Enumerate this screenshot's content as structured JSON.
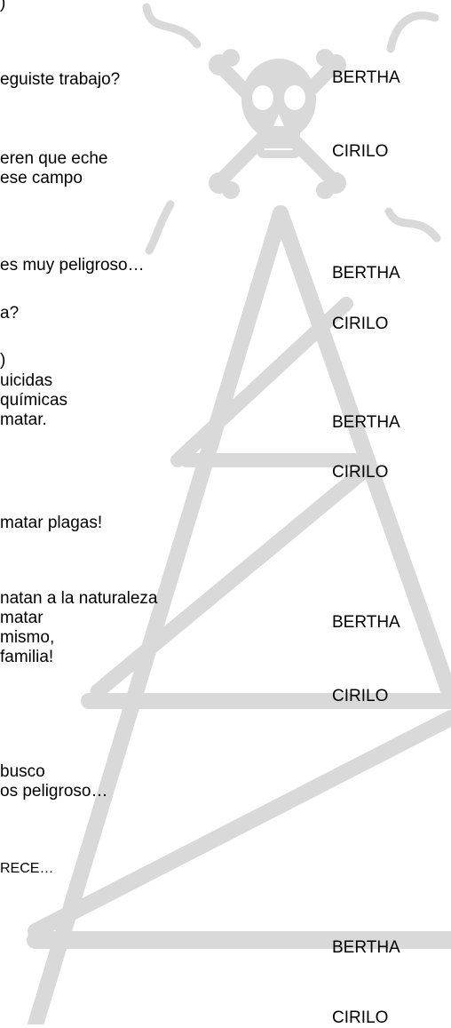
{
  "dialogue_lines": [
    ")",
    "eguiste trabajo?",
    "eren que eche",
    "ese campo",
    "es muy peligroso…",
    "a?",
    ")",
    "uicidas",
    "químicas",
    "matar.",
    "matar plagas!",
    "natan a la naturaleza",
    "matar",
    "mismo,",
    "familia!",
    "busco",
    "os peligroso…",
    "RECE…"
  ],
  "speakers": [
    "BERTHA",
    "CIRILO",
    "BERTHA",
    "CIRILO",
    "BERTHA",
    "CIRILO",
    "BERTHA",
    "CIRILO",
    "BERTHA",
    "CIRILO"
  ],
  "colors": {
    "illustration": "#d9d9d9",
    "text": "#000000",
    "background": "#ffffff"
  },
  "illustration": {
    "icons": [
      "skull-crossbones-icon",
      "pesticide-tower-graphic"
    ]
  }
}
